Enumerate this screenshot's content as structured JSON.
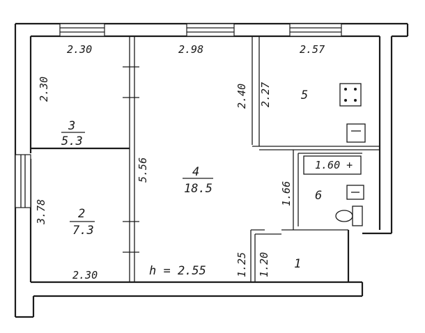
{
  "plan": {
    "height_note": "h = 2.55",
    "rooms": [
      {
        "id": "1",
        "number": "1"
      },
      {
        "id": "2",
        "number": "2",
        "area": "7.3"
      },
      {
        "id": "3",
        "number": "3",
        "area": "5.3"
      },
      {
        "id": "4",
        "number": "4",
        "area": "18.5"
      },
      {
        "id": "5",
        "number": "5"
      },
      {
        "id": "6",
        "number": "6"
      }
    ],
    "dimensions": {
      "r3_top": "2.30",
      "r3_left": "2.30",
      "r4_top": "2.98",
      "r5_top": "2.57",
      "r4_right_upper": "2.40",
      "r5_left": "2.27",
      "r4_left": "5.56",
      "r2_left": "3.78",
      "r2_bottom": "2.30",
      "r6_left": "1.66",
      "r1_left_outer": "1.25",
      "r1_left_inner": "1.20",
      "bath_length": "1.60 +"
    }
  }
}
